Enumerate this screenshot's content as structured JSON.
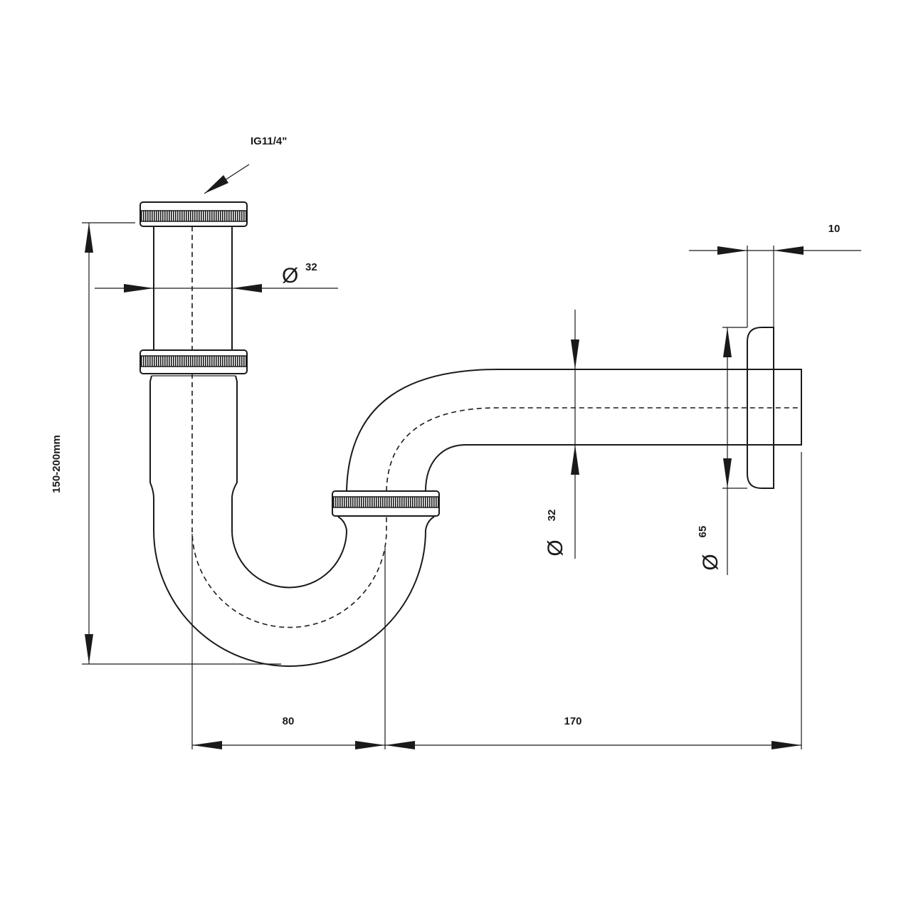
{
  "drawing": {
    "thread_label": "IG11/4\"",
    "height_label": "150-200mm",
    "inlet_diameter": {
      "symbol": "Ø",
      "value": "32"
    },
    "outlet_diameter": {
      "symbol": "Ø",
      "value": "32"
    },
    "rosette_diameter": {
      "symbol": "Ø",
      "value": "65"
    },
    "rosette_depth": "10",
    "trap_offset": "80",
    "outlet_length": "170"
  }
}
